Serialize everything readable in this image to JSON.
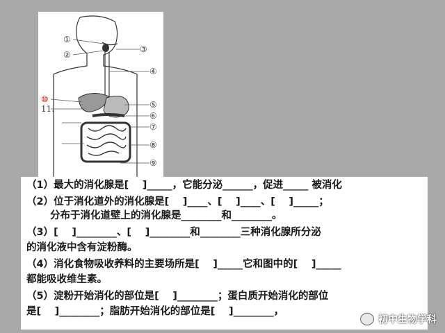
{
  "diagram": {
    "labels": [
      "①",
      "②",
      "③",
      "④",
      "⑤",
      "⑥",
      "⑦",
      "⑧",
      "⑨",
      "⑩",
      "11."
    ]
  },
  "questions": [
    "（1）最大的消化腺是[　 ]_____，它能分泌______，促进_____ 被消化",
    "（2）位于消化道外的消化腺是[　 ]____、[　 ]____、[　 ]_____；",
    "　　 分布于消化道壁上的消化腺是________和________。",
    "（3）[　 ]________、[　 ]________和________三种消化腺所分泌",
    "的消化液中含有淀粉酶。",
    "（4）消化食物吸收养料的主要场所是[　 ]_____它和图中的[　 ]_____",
    "都能吸收维生素。",
    "（5）淀粉开始消化的部位是[　 ]________；蛋白质开始消化的部位",
    "是[　 ]________；脂肪开始消化的部位是[　 ]________，"
  ],
  "watermark": "初中生物学科"
}
